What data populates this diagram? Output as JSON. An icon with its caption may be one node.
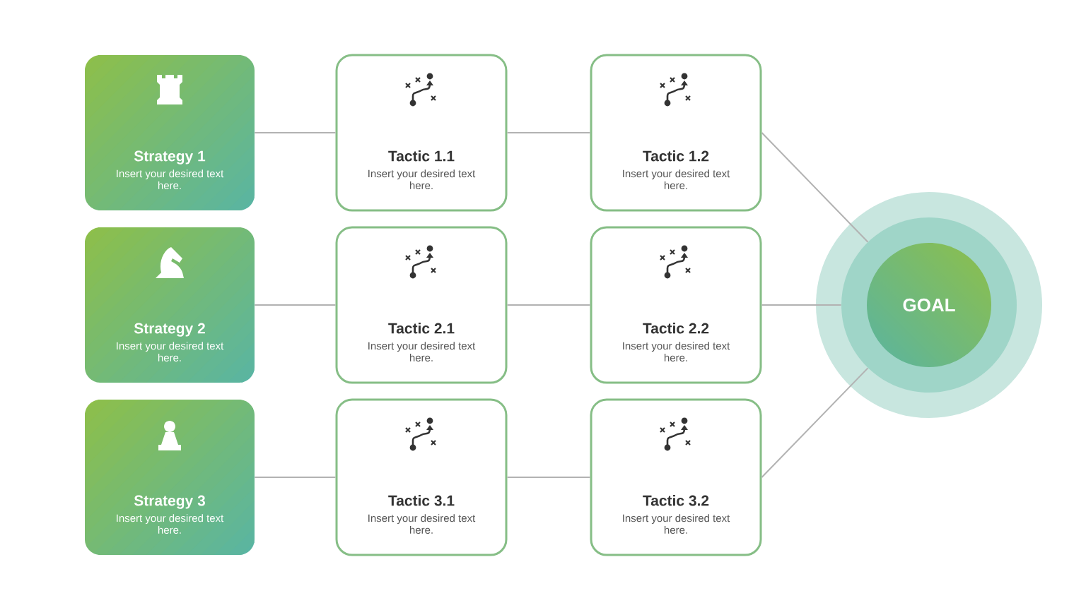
{
  "diagram": {
    "nodes": [
      {
        "text": [
          "Strategy 1",
          "Insert your desired text here."
        ]
      },
      {
        "text": [
          "Tactic 1.1",
          "Insert your desired text here."
        ]
      },
      {
        "text": [
          "Tactic 1.2",
          "Insert your desired text here."
        ]
      },
      {
        "text": [
          "Strategy 2",
          "Insert your desired text here."
        ]
      },
      {
        "text": [
          "Tactic 2.1",
          "Insert your desired text here."
        ]
      },
      {
        "text": [
          "Tactic 2.2",
          "Insert your desired text here."
        ]
      },
      {
        "text": [
          "Strategy 3",
          "Insert your desired text here."
        ]
      },
      {
        "text": [
          "Tactic 3.1",
          "Insert your desired text here."
        ]
      },
      {
        "text": [
          "Tactic 3.2",
          "Insert your desired text here."
        ]
      },
      {
        "text": [
          "GOAL"
        ]
      }
    ],
    "edges": [
      {
        "from": 0,
        "to": 1,
        "arrow": "none"
      },
      {
        "from": 1,
        "to": 2,
        "arrow": "none"
      },
      {
        "from": 2,
        "to": 9,
        "arrow": "none"
      },
      {
        "from": 3,
        "to": 4,
        "arrow": "none"
      },
      {
        "from": 4,
        "to": 5,
        "arrow": "none"
      },
      {
        "from": 5,
        "to": 9,
        "arrow": "none"
      },
      {
        "from": 6,
        "to": 7,
        "arrow": "none"
      },
      {
        "from": 7,
        "to": 8,
        "arrow": "none"
      },
      {
        "from": 8,
        "to": 9,
        "arrow": "none"
      }
    ]
  }
}
